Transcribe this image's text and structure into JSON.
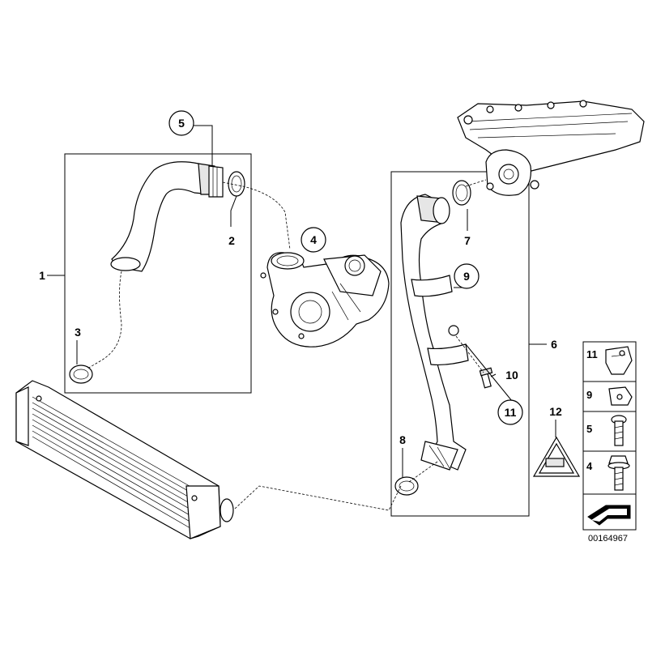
{
  "callouts": {
    "c1": "1",
    "c2": "2",
    "c3": "3",
    "c4": "4",
    "c5": "5",
    "c6": "6",
    "c7": "7",
    "c8": "8",
    "c9": "9",
    "c10": "10",
    "c11": "11",
    "c12": "12"
  },
  "legend": {
    "l11": "11",
    "l9": "9",
    "l5": "5",
    "l4": "4"
  },
  "diagram_number": "00164967"
}
